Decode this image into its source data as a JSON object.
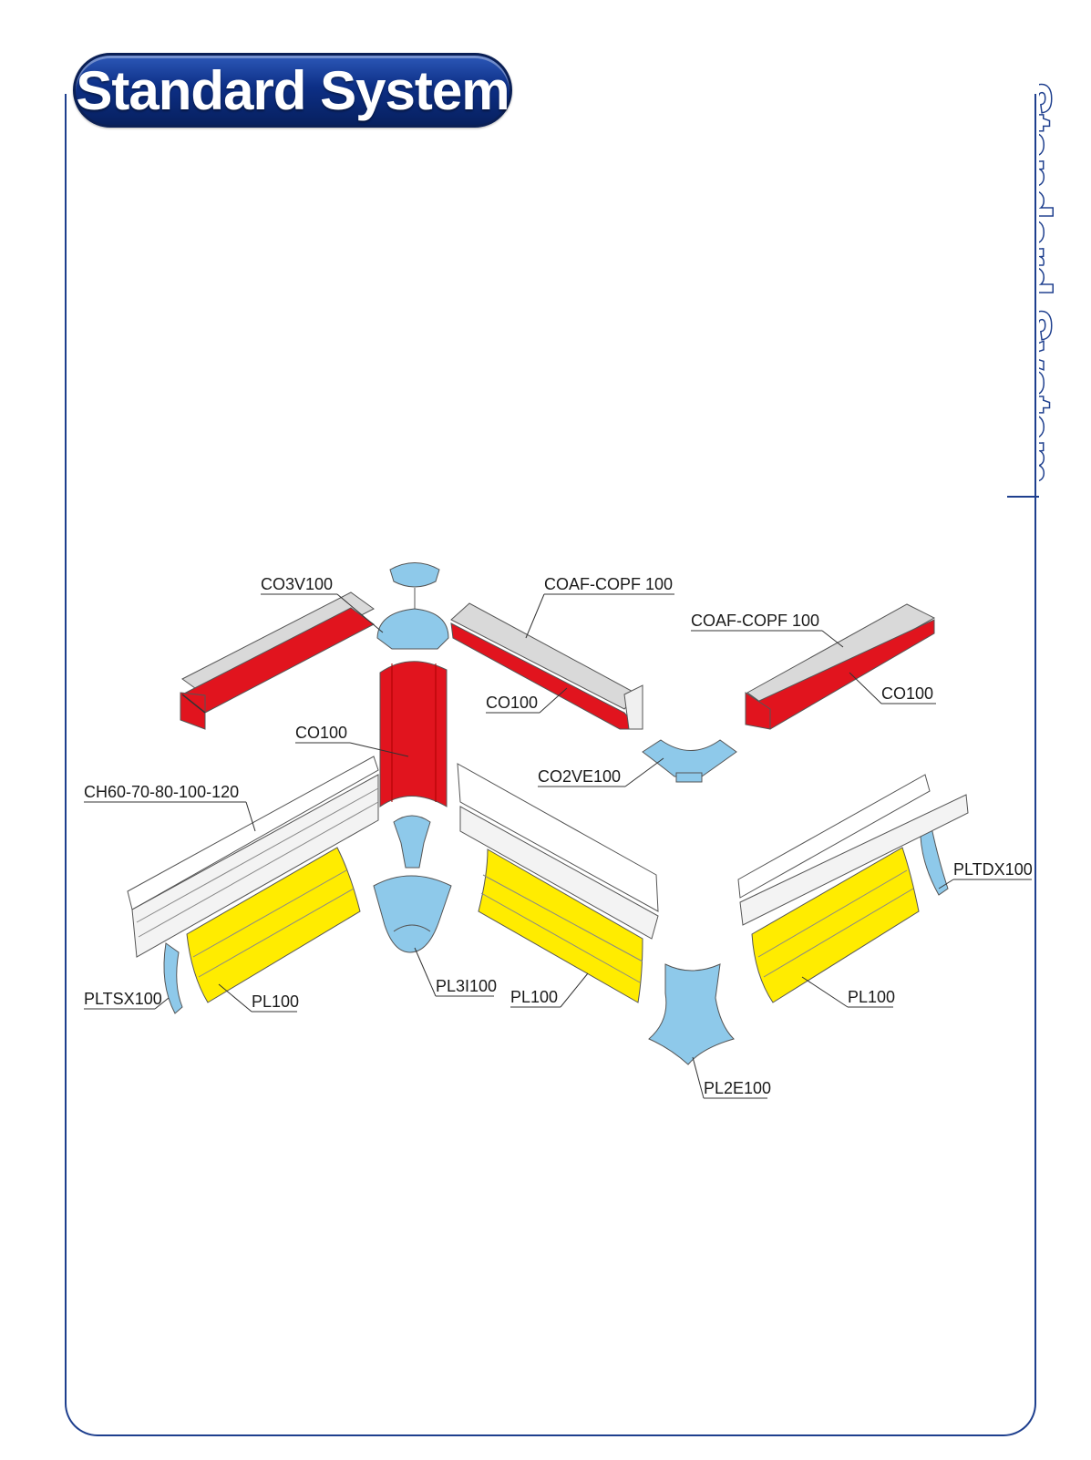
{
  "header": {
    "title": "Standard System"
  },
  "side_tab": {
    "title": "Standard System"
  },
  "colors": {
    "frame": "#1e3f8e",
    "red": "#e1141e",
    "yellow": "#ffec00",
    "blue": "#8ec9ea",
    "gray": "#d9d9d9"
  },
  "labels": {
    "co3v100": "CO3V100",
    "coaf_1": "COAF-COPF 100",
    "coaf_2": "COAF-COPF 100",
    "co100_top": "CO100",
    "co100_right": "CO100",
    "co100_center": "CO100",
    "co2ve100": "CO2VE100",
    "ch": "CH60-70-80-100-120",
    "pltdx100": "PLTDX100",
    "pltsx100": "PLTSX100",
    "pl100_left": "PL100",
    "pl3i100": "PL3I100",
    "pl100_mid": "PL100",
    "pl100_right": "PL100",
    "pl2e100": "PL2E100"
  }
}
